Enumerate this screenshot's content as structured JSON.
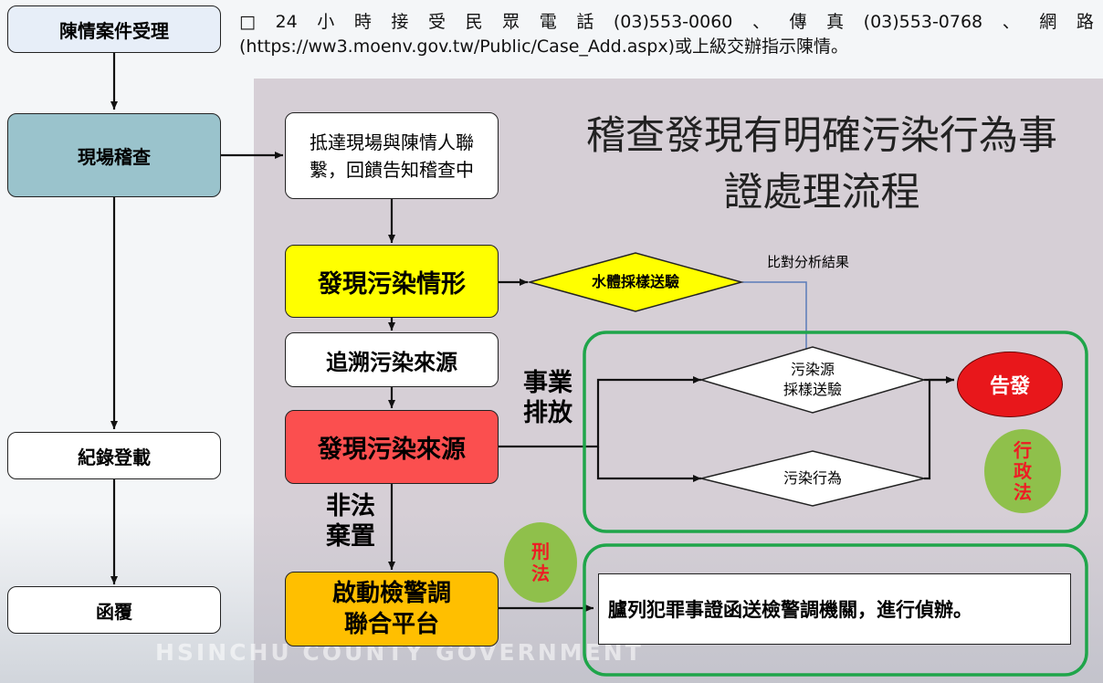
{
  "intro": {
    "line1": [
      "□",
      "24",
      "小",
      "時",
      "接",
      "受",
      "民",
      "眾",
      "電",
      "話",
      "(03)553-0060",
      "、",
      "傳",
      "真",
      "(03)553-0768",
      "、",
      "網",
      "路"
    ],
    "line2": "(https://ww3.moenv.gov.tw/Public/Case_Add.aspx)或上級交辦指示陳情。"
  },
  "title": {
    "line1": "稽查發現有明確污染行為事",
    "line2": "證處理流程"
  },
  "left": {
    "accept": "陳情案件受理",
    "inspect": "現場稽查",
    "record": "紀錄登載",
    "reply": "函覆"
  },
  "center": {
    "contact_line1": "抵達現場與陳情人聯",
    "contact_line2": "繫，回饋告知稽查中",
    "found_pollution": "發現污染情形",
    "trace_source": "追溯污染來源",
    "found_source": "發現污染來源",
    "platform_line1": "啟動檢警調",
    "platform_line2": "聯合平台"
  },
  "labels": {
    "business_line1": "事業",
    "business_line2": "排放",
    "illegal_line1": "非法",
    "illegal_line2": "棄置",
    "compare": "比對分析結果"
  },
  "decisions": {
    "water_sample": "水體採樣送驗",
    "source_sample_line1": "污染源",
    "source_sample_line2": "採樣送驗",
    "pollution_act": "污染行為"
  },
  "outcomes": {
    "prosecute": "告發",
    "admin_law": [
      "行",
      "政",
      "法"
    ],
    "criminal_law": [
      "刑",
      "法"
    ],
    "criminal_action": "臚列犯罪事證函送檢警調機關，進行偵辦。"
  },
  "watermark": "HSINCHU COUNTY GOVERNMENT",
  "colors": {
    "panel": "#d6cfd6",
    "accept_fill": "#e7eef8",
    "inspect_fill": "#9ac3cc",
    "yellow": "#ffff00",
    "red_box": "#fb4f4f",
    "orange": "#ffbf00",
    "red_circle": "#e8171b",
    "green_circle": "#8fc04b",
    "green_border": "#1fa54a",
    "blue_line": "#5a7bb8"
  }
}
